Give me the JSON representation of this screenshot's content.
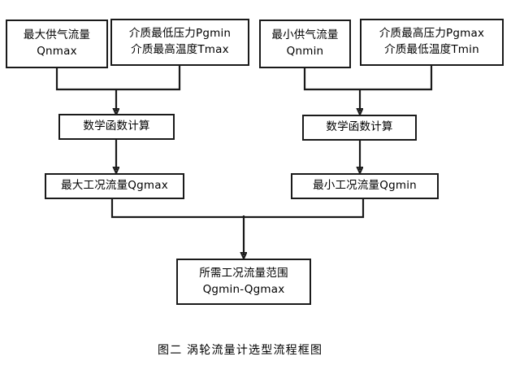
{
  "figure": {
    "caption": "图二  涡轮流量计选型流程框图",
    "stroke_color": "#1a1a1a",
    "background_color": "#ffffff"
  },
  "nodes": {
    "max_supply_flow": {
      "line1": "最大供气流量",
      "line2": "Qnmax"
    },
    "medium_min_pressure": {
      "line1": "介质最低压力Pgmin",
      "line2": "介质最高温度Tmax"
    },
    "min_supply_flow": {
      "line1": "最小供气流量",
      "line2": "Qnmin"
    },
    "medium_max_pressure": {
      "line1": "介质最高压力Pgmax",
      "line2": "介质最低温度Tmin"
    },
    "math_calc_left": {
      "line1": "数学函数计算"
    },
    "math_calc_right": {
      "line1": "数学函数计算"
    },
    "max_working_flow": {
      "line1": "最大工况流量Qgmax"
    },
    "min_working_flow": {
      "line1": "最小工况流量Qgmin"
    },
    "required_range": {
      "line1": "所需工况流量范围",
      "line2": "Qgmin-Qgmax"
    }
  },
  "chart_data": {
    "type": "diagram",
    "title": "图二  涡轮流量计选型流程框图",
    "nodes": [
      {
        "id": "max_supply_flow",
        "label": "最大供气流量 Qnmax",
        "level": 1
      },
      {
        "id": "medium_min_pressure",
        "label": "介质最低压力Pgmin 介质最高温度Tmax",
        "level": 1
      },
      {
        "id": "min_supply_flow",
        "label": "最小供气流量 Qnmin",
        "level": 1
      },
      {
        "id": "medium_max_pressure",
        "label": "介质最高压力Pgmax 介质最低温度Tmin",
        "level": 1
      },
      {
        "id": "math_calc_left",
        "label": "数学函数计算",
        "level": 2
      },
      {
        "id": "math_calc_right",
        "label": "数学函数计算",
        "level": 2
      },
      {
        "id": "max_working_flow",
        "label": "最大工况流量Qgmax",
        "level": 3
      },
      {
        "id": "min_working_flow",
        "label": "最小工况流量Qgmin",
        "level": 3
      },
      {
        "id": "required_range",
        "label": "所需工况流量范围 Qgmin-Qgmax",
        "level": 4
      }
    ],
    "edges": [
      {
        "from": "max_supply_flow",
        "to": "math_calc_left",
        "type": "merge"
      },
      {
        "from": "medium_min_pressure",
        "to": "math_calc_left",
        "type": "merge"
      },
      {
        "from": "min_supply_flow",
        "to": "math_calc_right",
        "type": "merge"
      },
      {
        "from": "medium_max_pressure",
        "to": "math_calc_right",
        "type": "merge"
      },
      {
        "from": "math_calc_left",
        "to": "max_working_flow",
        "type": "direct"
      },
      {
        "from": "math_calc_right",
        "to": "min_working_flow",
        "type": "direct"
      },
      {
        "from": "max_working_flow",
        "to": "required_range",
        "type": "merge"
      },
      {
        "from": "min_working_flow",
        "to": "required_range",
        "type": "merge"
      }
    ]
  }
}
